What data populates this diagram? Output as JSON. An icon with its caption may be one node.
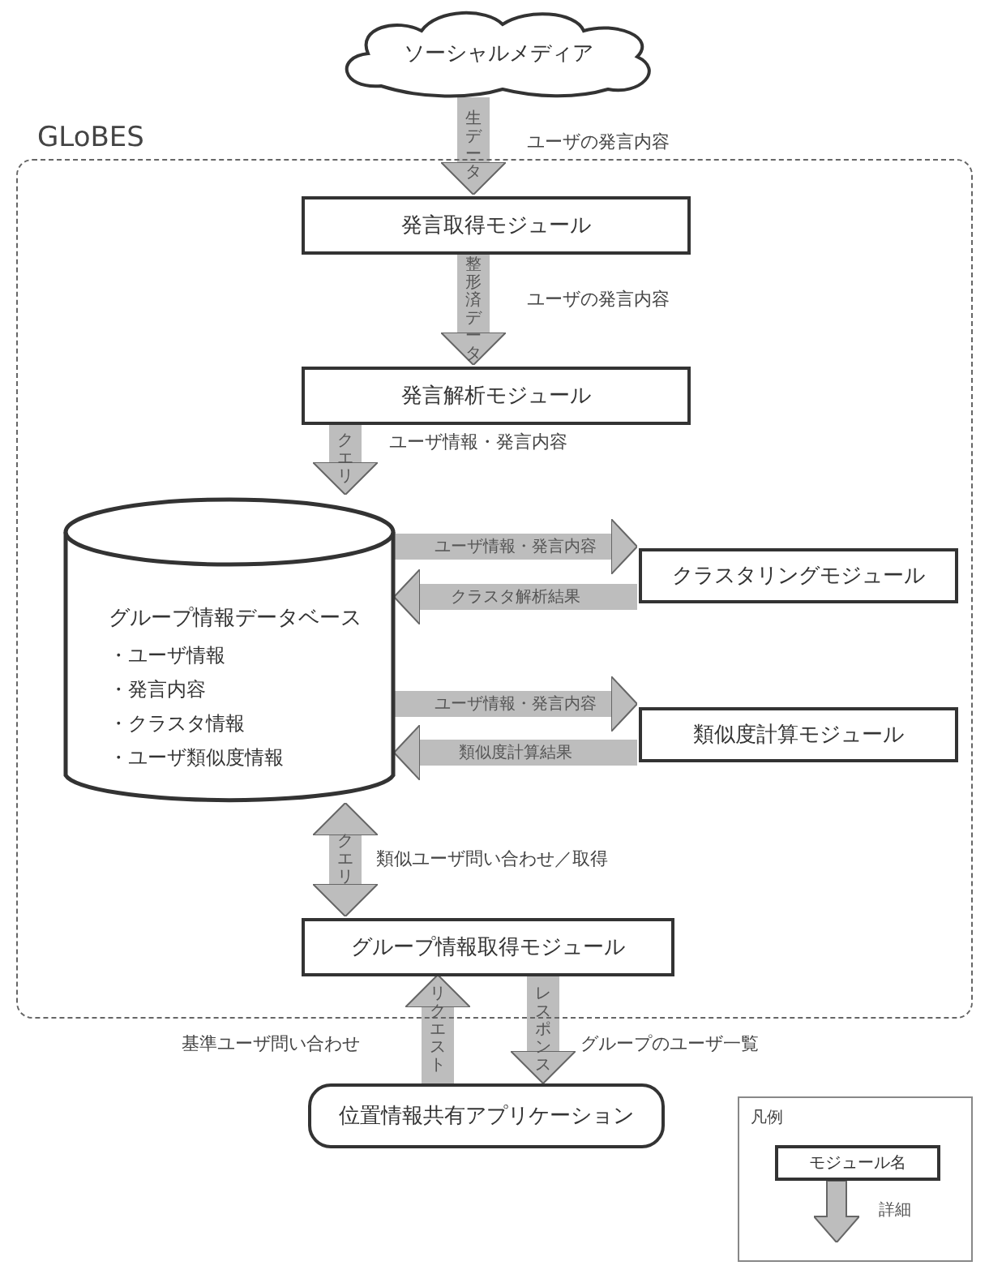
{
  "diagram": {
    "nodes": [
      {
        "text": [
          "ソーシャルメディア"
        ]
      },
      {
        "text": [
          "GLoBES"
        ]
      },
      {
        "text": [
          "発言取得モジュール"
        ],
        "in": 1
      },
      {
        "text": [
          "発言解析モジュール"
        ],
        "in": 1
      },
      {
        "text": [
          "グループ情報データベース",
          "・ユーザ情報",
          "・発言内容",
          "・クラスタ情報",
          "・ユーザ類似度情報"
        ],
        "in": 1
      },
      {
        "text": [
          "クラスタリングモジュール"
        ],
        "in": 1
      },
      {
        "text": [
          "類似度計算モジュール"
        ],
        "in": 1
      },
      {
        "text": [
          "グループ情報取得モジュール"
        ],
        "in": 1
      },
      {
        "text": [
          "位置情報共有アプリケーション"
        ]
      }
    ],
    "edges": [
      {
        "from": 0,
        "to": 2,
        "arrow": "to",
        "label": "生データ"
      },
      {
        "from": 2,
        "to": 3,
        "arrow": "to",
        "label": "整形済データ"
      },
      {
        "from": 3,
        "to": 4,
        "arrow": "to",
        "label": "クエリ"
      },
      {
        "from": 4,
        "to": 5,
        "arrow": "to",
        "label": "ユーザ情報・発言内容"
      },
      {
        "from": 5,
        "to": 4,
        "arrow": "to",
        "label": "クラスタ解析結果"
      },
      {
        "from": 4,
        "to": 6,
        "arrow": "to",
        "label": "ユーザ情報・発言内容"
      },
      {
        "from": 6,
        "to": 4,
        "arrow": "to",
        "label": "類似度計算結果"
      },
      {
        "from": 4,
        "to": 7,
        "arrow": "both",
        "label": "クエリ"
      },
      {
        "from": 8,
        "to": 7,
        "arrow": "to",
        "label": "リクエスト"
      },
      {
        "from": 7,
        "to": 8,
        "arrow": "to",
        "label": "レスポンス"
      }
    ],
    "labels": [
      "ユーザの発言内容",
      "ユーザの発言内容",
      "ユーザ情報・発言内容",
      "類似ユーザ問い合わせ／取得",
      "基準ユーザ問い合わせ",
      "グループのユーザ一覧",
      "凡例"
    ],
    "legend": [
      {
        "text": "モジュール名"
      },
      {
        "text": "詳細"
      }
    ]
  }
}
